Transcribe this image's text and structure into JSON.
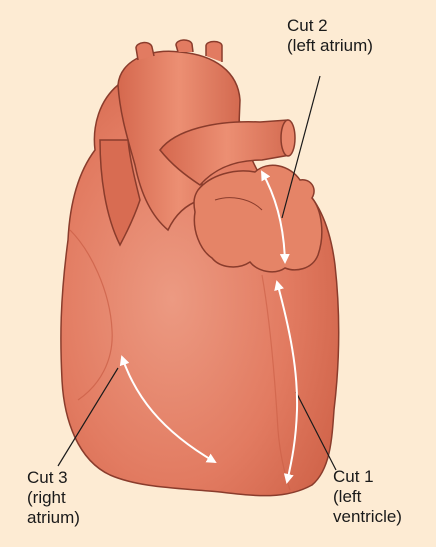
{
  "labels": {
    "cut2": {
      "line1": "Cut 2",
      "line2": "(left atrium)"
    },
    "cut3": {
      "line1": "Cut 3",
      "line2": "(right",
      "line3": "atrium)"
    },
    "cut1": {
      "line1": "Cut 1",
      "line2": "(left",
      "line3": "ventricle)"
    }
  },
  "colors": {
    "background": "#fdebd3",
    "heart": "#e27b61",
    "heart_shadow": "#c95d45",
    "outline": "#8a3c2c",
    "arrow": "#ffffff"
  }
}
